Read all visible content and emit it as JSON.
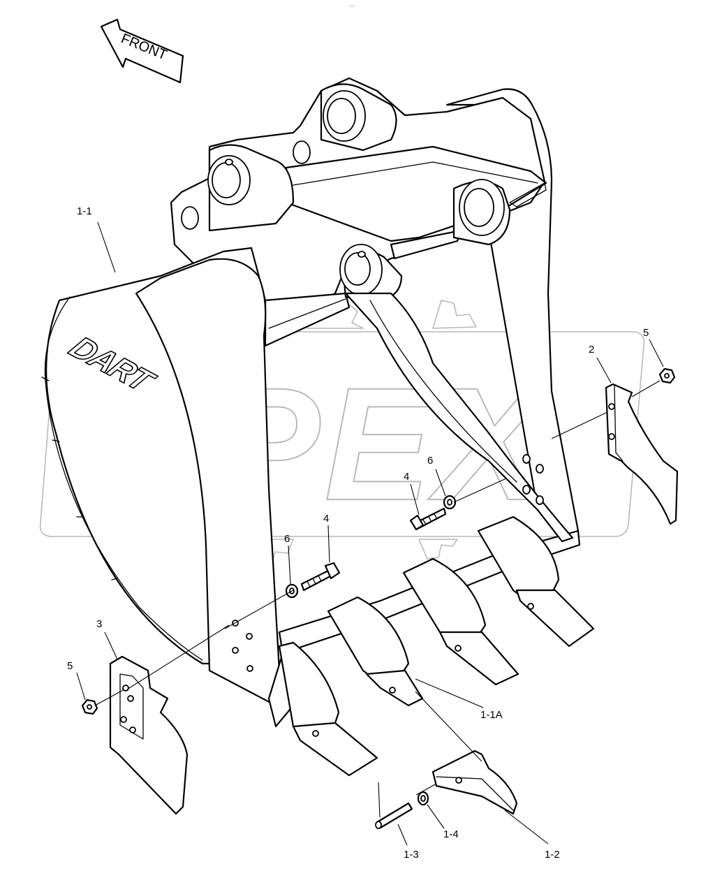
{
  "top_mark": "~~",
  "direction_label": "FRONT",
  "bucket_logo": "DART",
  "watermark": "OPEX",
  "callouts": {
    "bucket_body": "1-1",
    "tooth_adapter": "1-1A",
    "tooth_point": "1-2",
    "pin": "1-3",
    "lock_washer": "1-4",
    "side_cutter_right": "2",
    "side_cutter_left": "3",
    "bolt_center": "4",
    "bolt_left": "4",
    "nut_right": "5",
    "nut_left": "5",
    "washer_center": "6",
    "washer_left": "6"
  }
}
